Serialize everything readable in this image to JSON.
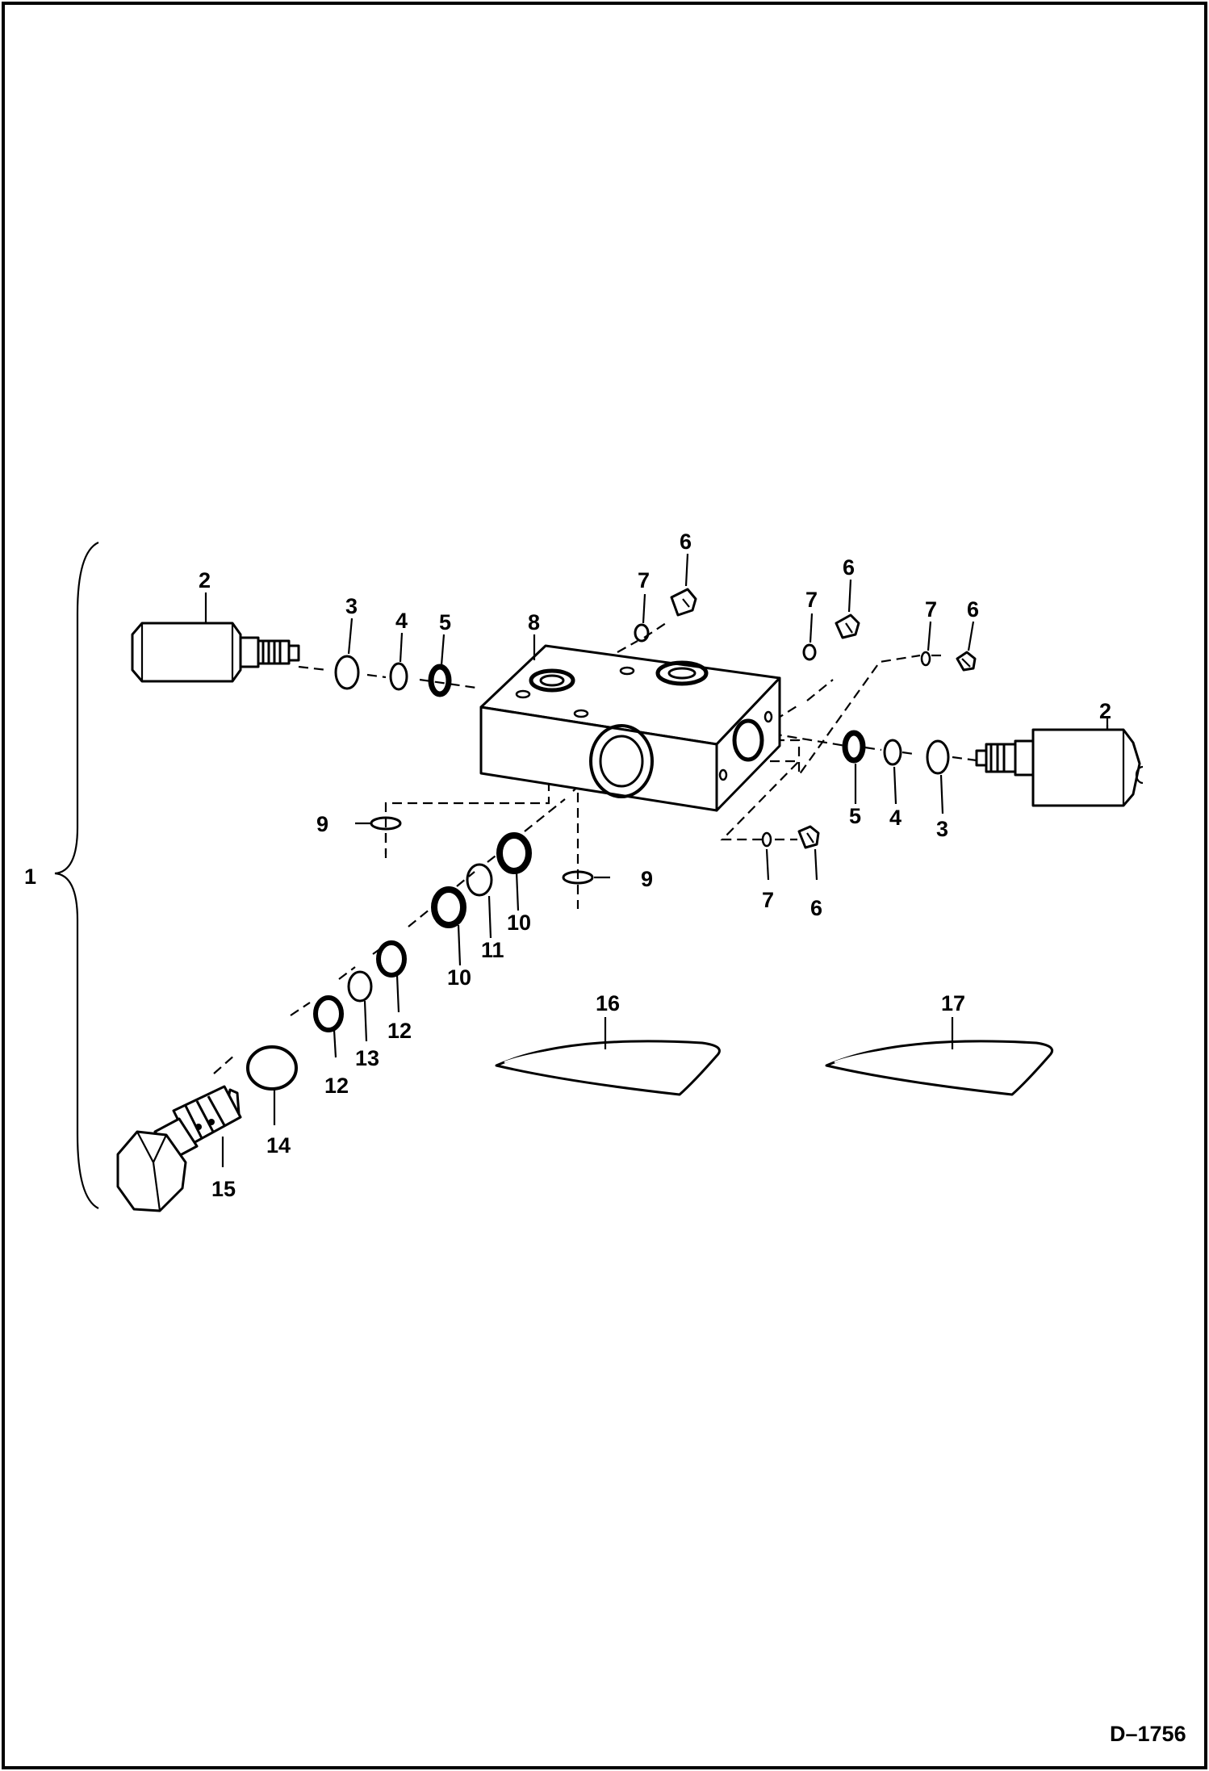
{
  "figure_id": "D–1756",
  "callouts": {
    "assembly": "1",
    "relief_valve_left": "2",
    "oring_3_left": "3",
    "oring_4_left": "4",
    "ring_5_left": "5",
    "plug_6_a": "6",
    "oring_7_a": "7",
    "valve_body": "8",
    "plug_6_b": "6",
    "oring_7_b": "7",
    "oring_7_c": "7",
    "plug_6_c": "6",
    "relief_valve_right": "2",
    "ring_5_right": "5",
    "oring_4_right": "4",
    "oring_3_right": "3",
    "oring_9_left": "9",
    "oring_9_right": "9",
    "oring_7_d": "7",
    "plug_6_d": "6",
    "ring_10_a": "10",
    "ring_11": "11",
    "ring_10_b": "10",
    "ring_12_a": "12",
    "ring_13": "13",
    "ring_12_b": "12",
    "oring_14": "14",
    "cartridge_15": "15",
    "decal_16": "16",
    "decal_17": "17"
  }
}
